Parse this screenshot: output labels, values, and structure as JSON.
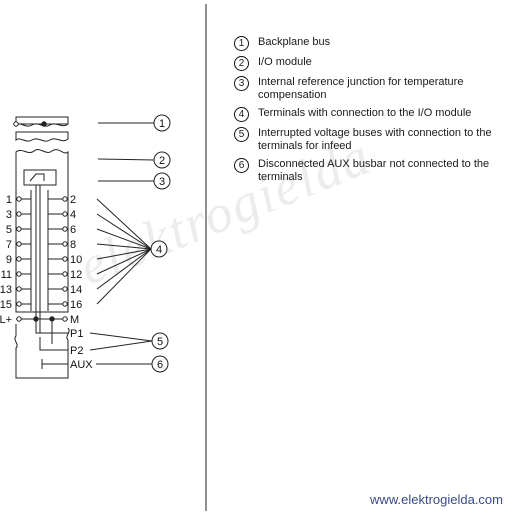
{
  "legend": [
    {
      "num": "1",
      "text": "Backplane bus"
    },
    {
      "num": "2",
      "text": "I/O module"
    },
    {
      "num": "3",
      "text": "Internal reference junction for temperature compensation"
    },
    {
      "num": "4",
      "text": "Terminals with connection to the I/O module"
    },
    {
      "num": "5",
      "text": "Interrupted voltage buses with connection to the terminals for infeed"
    },
    {
      "num": "6",
      "text": "Disconnected AUX busbar not connected to the terminals"
    }
  ],
  "terminals_left": [
    "1",
    "3",
    "5",
    "7",
    "9",
    "11",
    "13",
    "15",
    "L+"
  ],
  "terminals_right": [
    "2",
    "4",
    "6",
    "8",
    "10",
    "12",
    "14",
    "16",
    "M"
  ],
  "bus_labels": [
    "P1",
    "P2",
    "AUX"
  ],
  "callouts": [
    "1",
    "2",
    "3",
    "4",
    "5",
    "6"
  ],
  "watermark": "elektrogielda",
  "footer": "www.elektrogielda.com"
}
